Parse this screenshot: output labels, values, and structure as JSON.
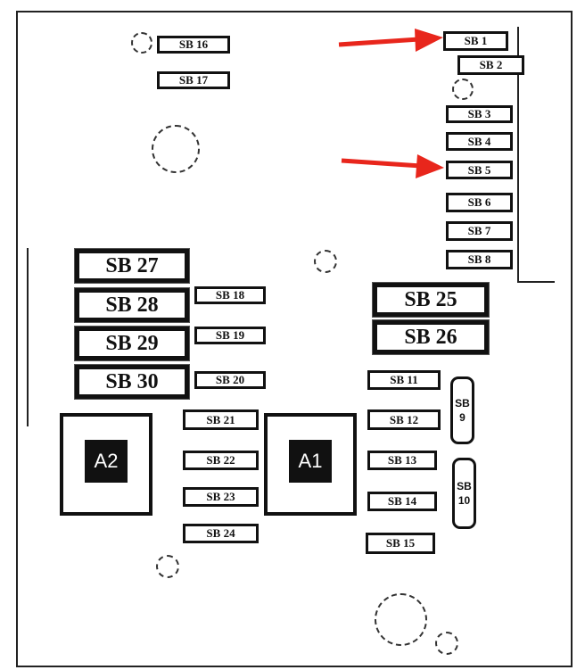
{
  "fuses_small": {
    "sb1": "SB 1",
    "sb2": "SB 2",
    "sb3": "SB 3",
    "sb4": "SB 4",
    "sb5": "SB 5",
    "sb6": "SB 6",
    "sb7": "SB 7",
    "sb8": "SB 8",
    "sb11": "SB 11",
    "sb12": "SB 12",
    "sb13": "SB 13",
    "sb14": "SB 14",
    "sb15": "SB 15",
    "sb16": "SB 16",
    "sb17": "SB 17",
    "sb18": "SB 18",
    "sb19": "SB 19",
    "sb20": "SB 20",
    "sb21": "SB 21",
    "sb22": "SB 22",
    "sb23": "SB 23",
    "sb24": "SB 24"
  },
  "fuses_large": {
    "sb25": "SB 25",
    "sb26": "SB 26",
    "sb27": "SB 27",
    "sb28": "SB 28",
    "sb29": "SB 29",
    "sb30": "SB 30"
  },
  "fuses_vertical": {
    "sb9": "SB\n9",
    "sb10": "SB\n10"
  },
  "relays": {
    "a1": "A1",
    "a2": "A2"
  },
  "highlight_color": "#e8261c",
  "highlighted": [
    "SB 1",
    "SB 5"
  ]
}
